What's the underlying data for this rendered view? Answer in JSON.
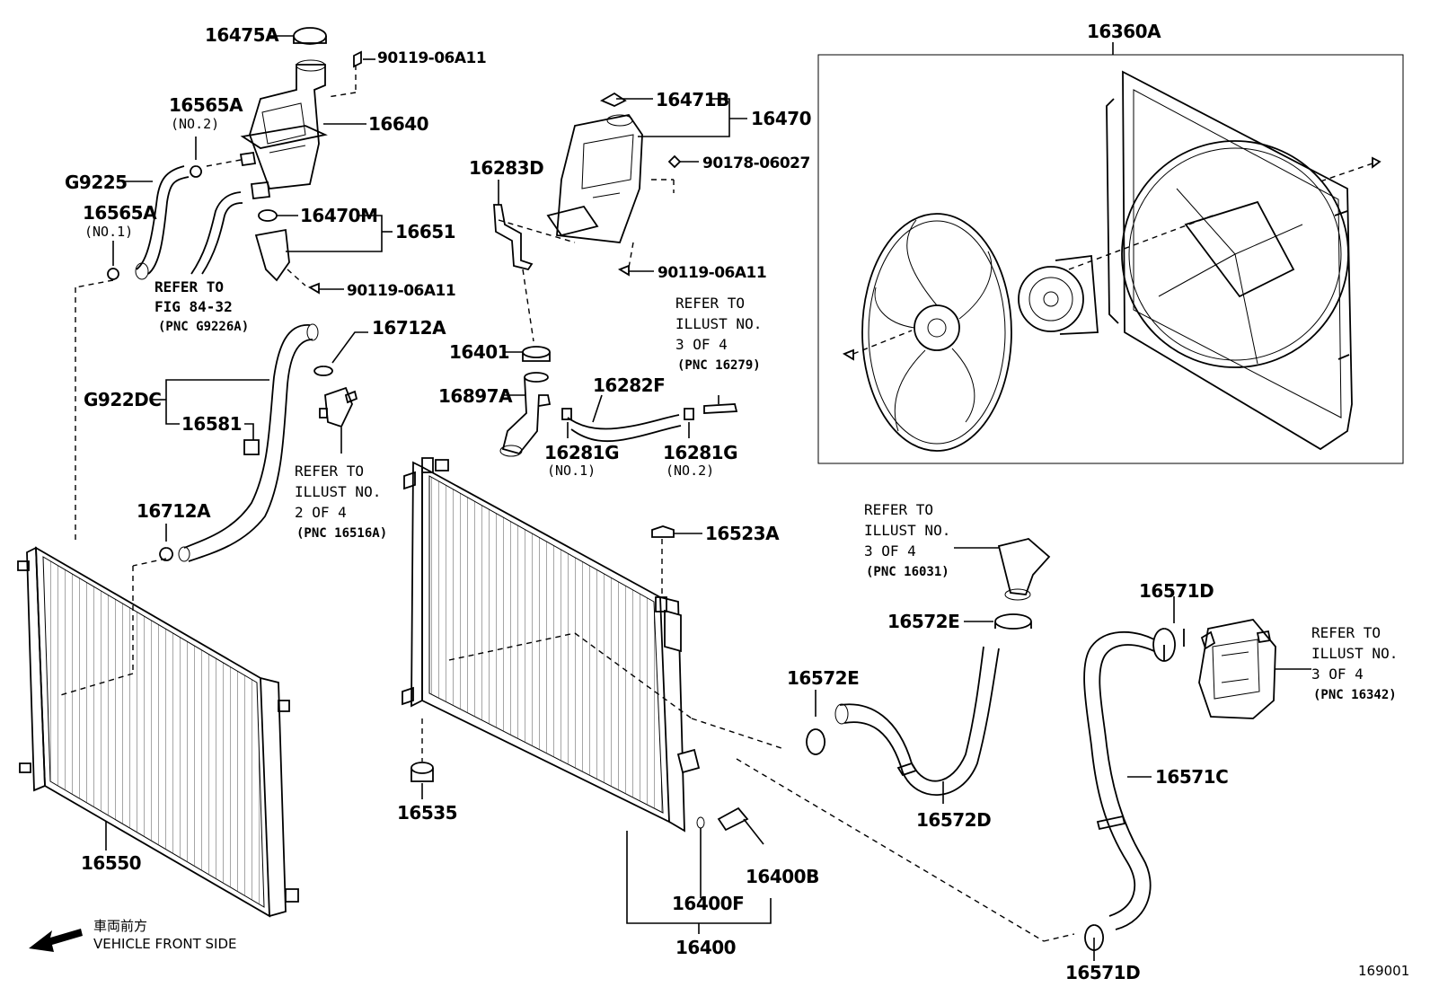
{
  "labels": {
    "p16475A": "16475A",
    "p90119_06A11_top": "90119-06A11",
    "p16565A_no2": "16565A",
    "no2": "(NO.2)",
    "p16640": "16640",
    "pG9225": "G9225",
    "p16565A_no1": "16565A",
    "no1": "(NO.1)",
    "p16470M": "16470M",
    "p16651": "16651",
    "p90119_06A11_bracket": "90119-06A11",
    "p16712A_top": "16712A",
    "pG922DC": "G922DC",
    "p16581": "16581",
    "p16712A_left": "16712A",
    "p16471B": "16471B",
    "p16470": "16470",
    "p90178_06027": "90178-06027",
    "p16283D": "16283D",
    "p90119_06A11_tank": "90119-06A11",
    "p16401": "16401",
    "p16897A": "16897A",
    "p16282F": "16282F",
    "p16281G_no1": "16281G",
    "g_no1": "(NO.1)",
    "p16281G_no2": "16281G",
    "g_no2": "(NO.2)",
    "p16360A": "16360A",
    "p16523A": "16523A",
    "p16572E_right": "16572E",
    "p16572E_left": "16572E",
    "p16571D_top": "16571D",
    "p16571C": "16571C",
    "p16572D": "16572D",
    "p16571D_bottom": "16571D",
    "p16535": "16535",
    "p16550": "16550",
    "p16400F": "16400F",
    "p16400B": "16400B",
    "p16400": "16400"
  },
  "refs": {
    "fig84": [
      "REFER TO",
      "FIG 84-32",
      "(PNC G9226A)"
    ],
    "illust2": [
      "REFER TO",
      "ILLUST NO.",
      "2 OF 4",
      "(PNC 16516A)"
    ],
    "illust16279": [
      "REFER TO",
      "ILLUST NO.",
      "3 OF 4",
      "(PNC 16279)"
    ],
    "illust16031": [
      "REFER TO",
      "ILLUST NO.",
      "3 OF 4",
      "(PNC 16031)"
    ],
    "illust16342": [
      "REFER TO",
      "ILLUST NO.",
      "3 OF 4",
      "(PNC 16342)"
    ]
  },
  "footer": {
    "kanji": "車両前方",
    "front_side": "VEHICLE FRONT SIDE",
    "figure_number": "169001"
  },
  "icons": {
    "front_arrow": "left-down-arrow-icon"
  }
}
